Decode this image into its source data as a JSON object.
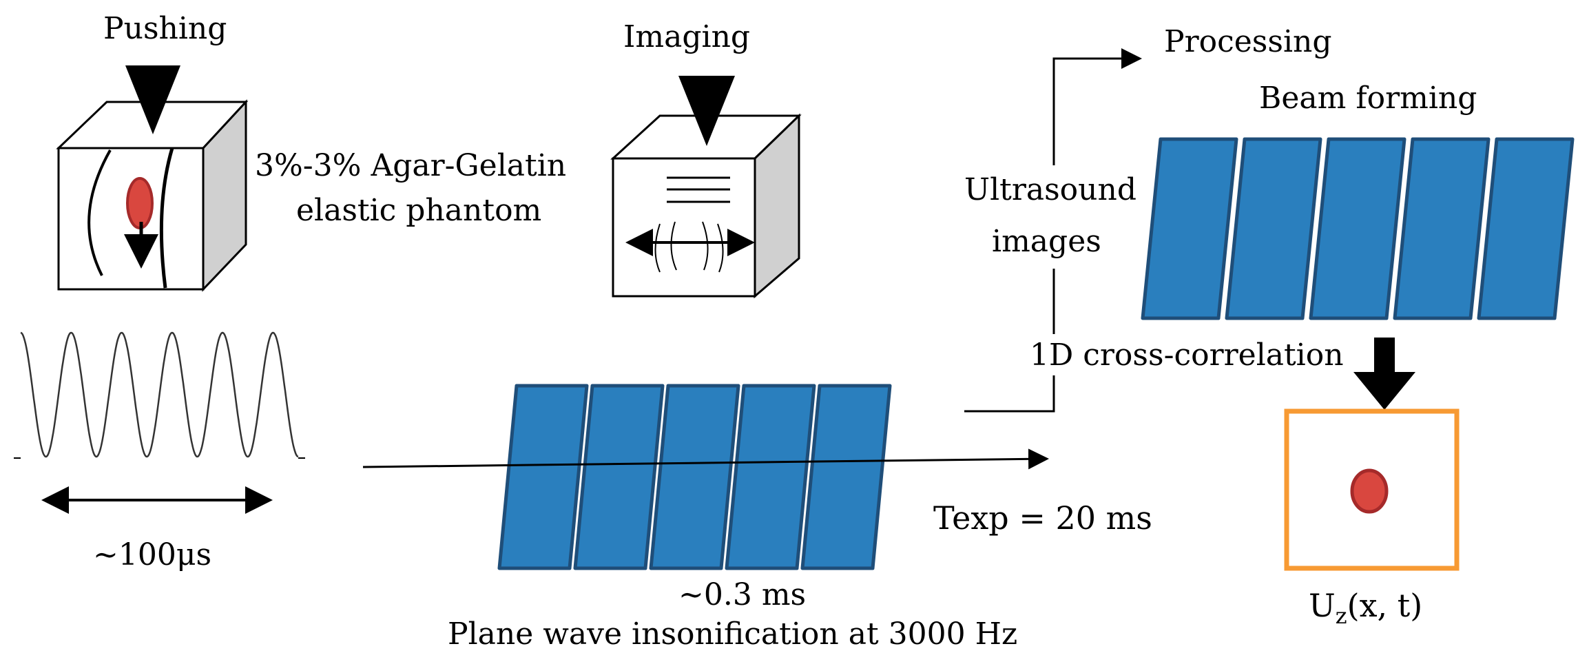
{
  "labels": {
    "pushing": "Pushing",
    "imaging": "Imaging",
    "phantom_line1": "3%-3% Agar-Gelatin",
    "phantom_line2": "elastic phantom",
    "processing": "Processing",
    "beam_forming": "Beam forming",
    "ultrasound_line1": "Ultrasound",
    "ultrasound_line2": "images",
    "cross_correlation": "1D cross-correlation",
    "pulse_duration": "~100μs",
    "frame_interval": "~0.3 ms",
    "plane_wave": "Plane wave insonification at 3000 Hz",
    "texp": "Texp = 20 ms",
    "displacement": "U_z(x, t)"
  },
  "colors": {
    "frame_fill": "#2a7fbe",
    "frame_stroke": "#1f4e79",
    "inclusion_fill": "#d9473f",
    "inclusion_stroke": "#a52a2a",
    "result_border": "#f79a33",
    "cube_side": "#d0d0d0"
  },
  "frame_counts": {
    "acquisition_frames": 5,
    "beamformed_frames": 5
  },
  "icons": [
    "down-arrow-icon",
    "double-arrow-icon",
    "inclusion-icon",
    "cube-icon"
  ]
}
